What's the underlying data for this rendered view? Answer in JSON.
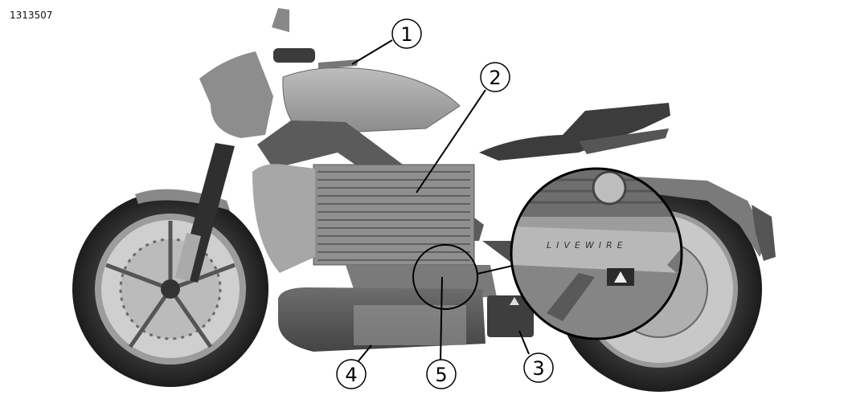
{
  "figure_id": "1313507",
  "detail_logo_text": "LIVEWIRE",
  "callouts": [
    {
      "number": "1"
    },
    {
      "number": "2"
    },
    {
      "number": "3"
    },
    {
      "number": "4"
    },
    {
      "number": "5"
    }
  ]
}
